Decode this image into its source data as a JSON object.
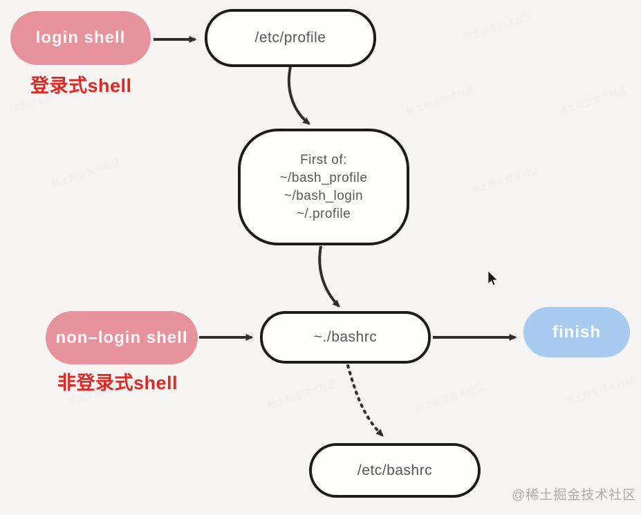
{
  "diagram": {
    "title_hint": "bash shell startup files flow",
    "nodes": {
      "login_shell": {
        "label": "login shell",
        "fill": "#e6939d",
        "text_color": "#ffffff"
      },
      "etc_profile": {
        "label": "/etc/profile",
        "fill": "#fdfdfc",
        "border": "#1c1c1c"
      },
      "first_of": {
        "lines": [
          "First of:",
          "~/bash_profile",
          "~/bash_login",
          "~/.profile"
        ],
        "fill": "#fdfdfc",
        "border": "#1c1c1c"
      },
      "non_login_shell": {
        "label": "non–login shell",
        "fill": "#e6939d",
        "text_color": "#ffffff"
      },
      "bashrc": {
        "label": "~./bashrc",
        "fill": "#fdfdfc",
        "border": "#1c1c1c"
      },
      "finish": {
        "label": "finish",
        "fill": "#a9cbf0",
        "text_color": "#ffffff"
      },
      "etc_bashrc": {
        "label": "/etc/bashrc",
        "fill": "#fdfdfc",
        "border": "#1c1c1c"
      }
    },
    "annotations": {
      "login_label": "登录式shell",
      "non_login_label": "非登录式shell",
      "color": "#e02723"
    },
    "edges": [
      {
        "from": "login_shell",
        "to": "etc_profile",
        "style": "solid"
      },
      {
        "from": "etc_profile",
        "to": "first_of",
        "style": "solid"
      },
      {
        "from": "first_of",
        "to": "bashrc",
        "style": "solid"
      },
      {
        "from": "non_login_shell",
        "to": "bashrc",
        "style": "solid"
      },
      {
        "from": "bashrc",
        "to": "finish",
        "style": "solid"
      },
      {
        "from": "bashrc",
        "to": "etc_bashrc",
        "style": "dashed"
      }
    ],
    "colors": {
      "background": "#f6f5f3",
      "arrow": "#2e2e2e",
      "node_text": "#58585a",
      "pink": "#e6939d",
      "blue": "#a9cbf0",
      "annotation_red": "#e02723",
      "watermark_gray": "#ababab"
    },
    "watermark": "@稀土掘金技术社区",
    "background_watermark": "稀土掘金技术社区"
  }
}
